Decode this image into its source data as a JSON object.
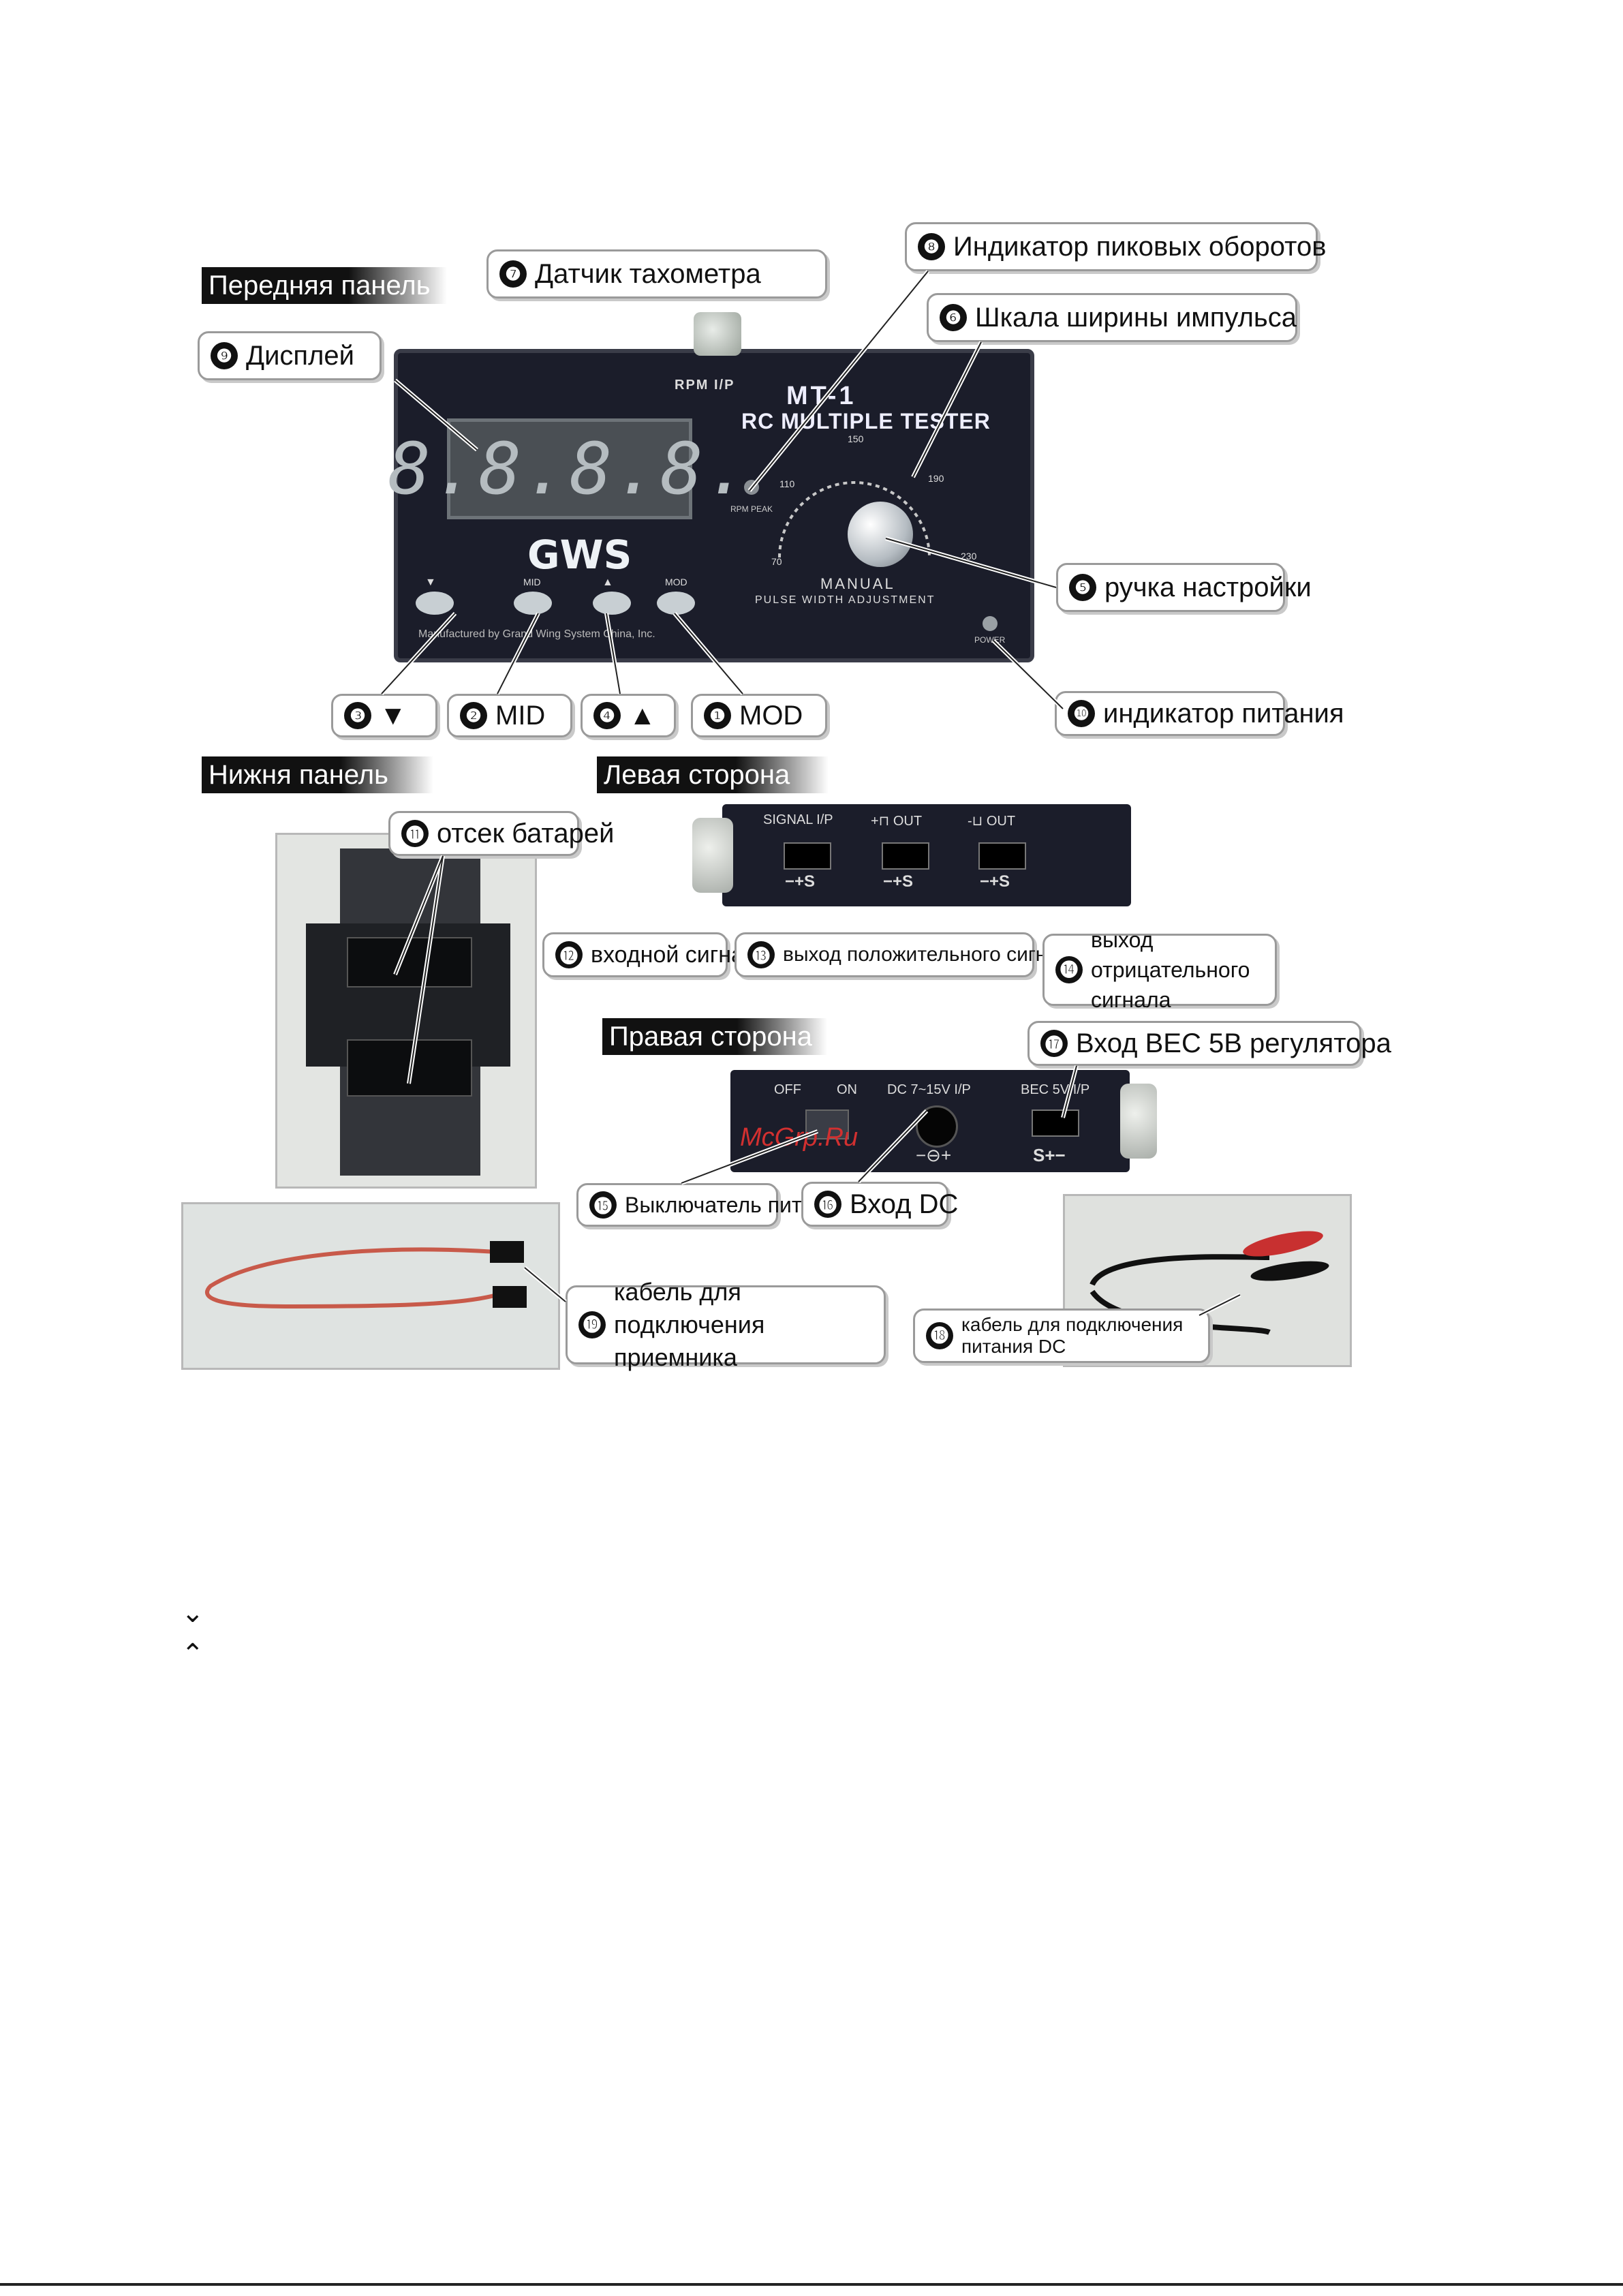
{
  "sections": {
    "front": "Передняя панель",
    "bottom": "Нижня панель",
    "left": "Левая сторона",
    "right": "Правая сторона"
  },
  "device": {
    "display_digits": "8.8.8.8.",
    "brand": "GWS",
    "model": "MT-1",
    "subtitle": "RC MULTIPLE TESTER",
    "rpm_input": "RPM I/P",
    "rpm_peak": "RPM PEAK",
    "manual": "MANUAL",
    "pwa": "PULSE WIDTH ADJUSTMENT",
    "power": "POWER",
    "maker": "Manufactured by Grand Wing System China, Inc.",
    "buttons": [
      "▼",
      "MID",
      "▲",
      "MOD"
    ],
    "scale": [
      "70",
      "110",
      "150",
      "190",
      "230"
    ]
  },
  "left_side": {
    "ports": [
      "SIGNAL I/P",
      "+⊓ OUT",
      "-⊔ OUT"
    ],
    "pins": [
      "−+S",
      "−+S",
      "−+S"
    ]
  },
  "right_side": {
    "labels": [
      "OFF",
      "ON",
      "DC 7~15V I/P",
      "BEC 5V I/P"
    ],
    "dc_symbol": "−⊖+",
    "bec_pins": "S+−"
  },
  "callouts": [
    {
      "n": "❼",
      "text": "Датчик тахометра"
    },
    {
      "n": "❽",
      "text": "Индикатор пиковых оборотов"
    },
    {
      "n": "❻",
      "text": "Шкала ширины импульса"
    },
    {
      "n": "❾",
      "text": "Дисплей"
    },
    {
      "n": "❺",
      "text": "ручка настройки"
    },
    {
      "n": "❸",
      "text": "▼"
    },
    {
      "n": "❷",
      "text": "MID"
    },
    {
      "n": "❹",
      "text": "▲"
    },
    {
      "n": "❶",
      "text": "MOD"
    },
    {
      "n": "❿",
      "text": "индикатор питания"
    },
    {
      "n": "⓫",
      "text": "отсек батарей"
    },
    {
      "n": "⓬",
      "text": "входной сигнал"
    },
    {
      "n": "⓭",
      "text": "выход положительного сигнала"
    },
    {
      "n": "⓮",
      "text": "выход отрицательного сигнала"
    },
    {
      "n": "⓱",
      "text": "Вход BEC 5B регулятора"
    },
    {
      "n": "⓯",
      "text": "Выключатель питания"
    },
    {
      "n": "⓰",
      "text": "Вход DC"
    },
    {
      "n": "⓳",
      "text": "кабель для подключения приемника"
    },
    {
      "n": "⓲",
      "text": "кабель для подключения питания DC"
    }
  ],
  "watermark": "McGrp.Ru",
  "legend_symbols": [
    "⌄",
    "⌃"
  ],
  "colors": {
    "panel": "#1b1d2a",
    "display": "#4a4f54",
    "callout_border": "#9a9a9a"
  }
}
